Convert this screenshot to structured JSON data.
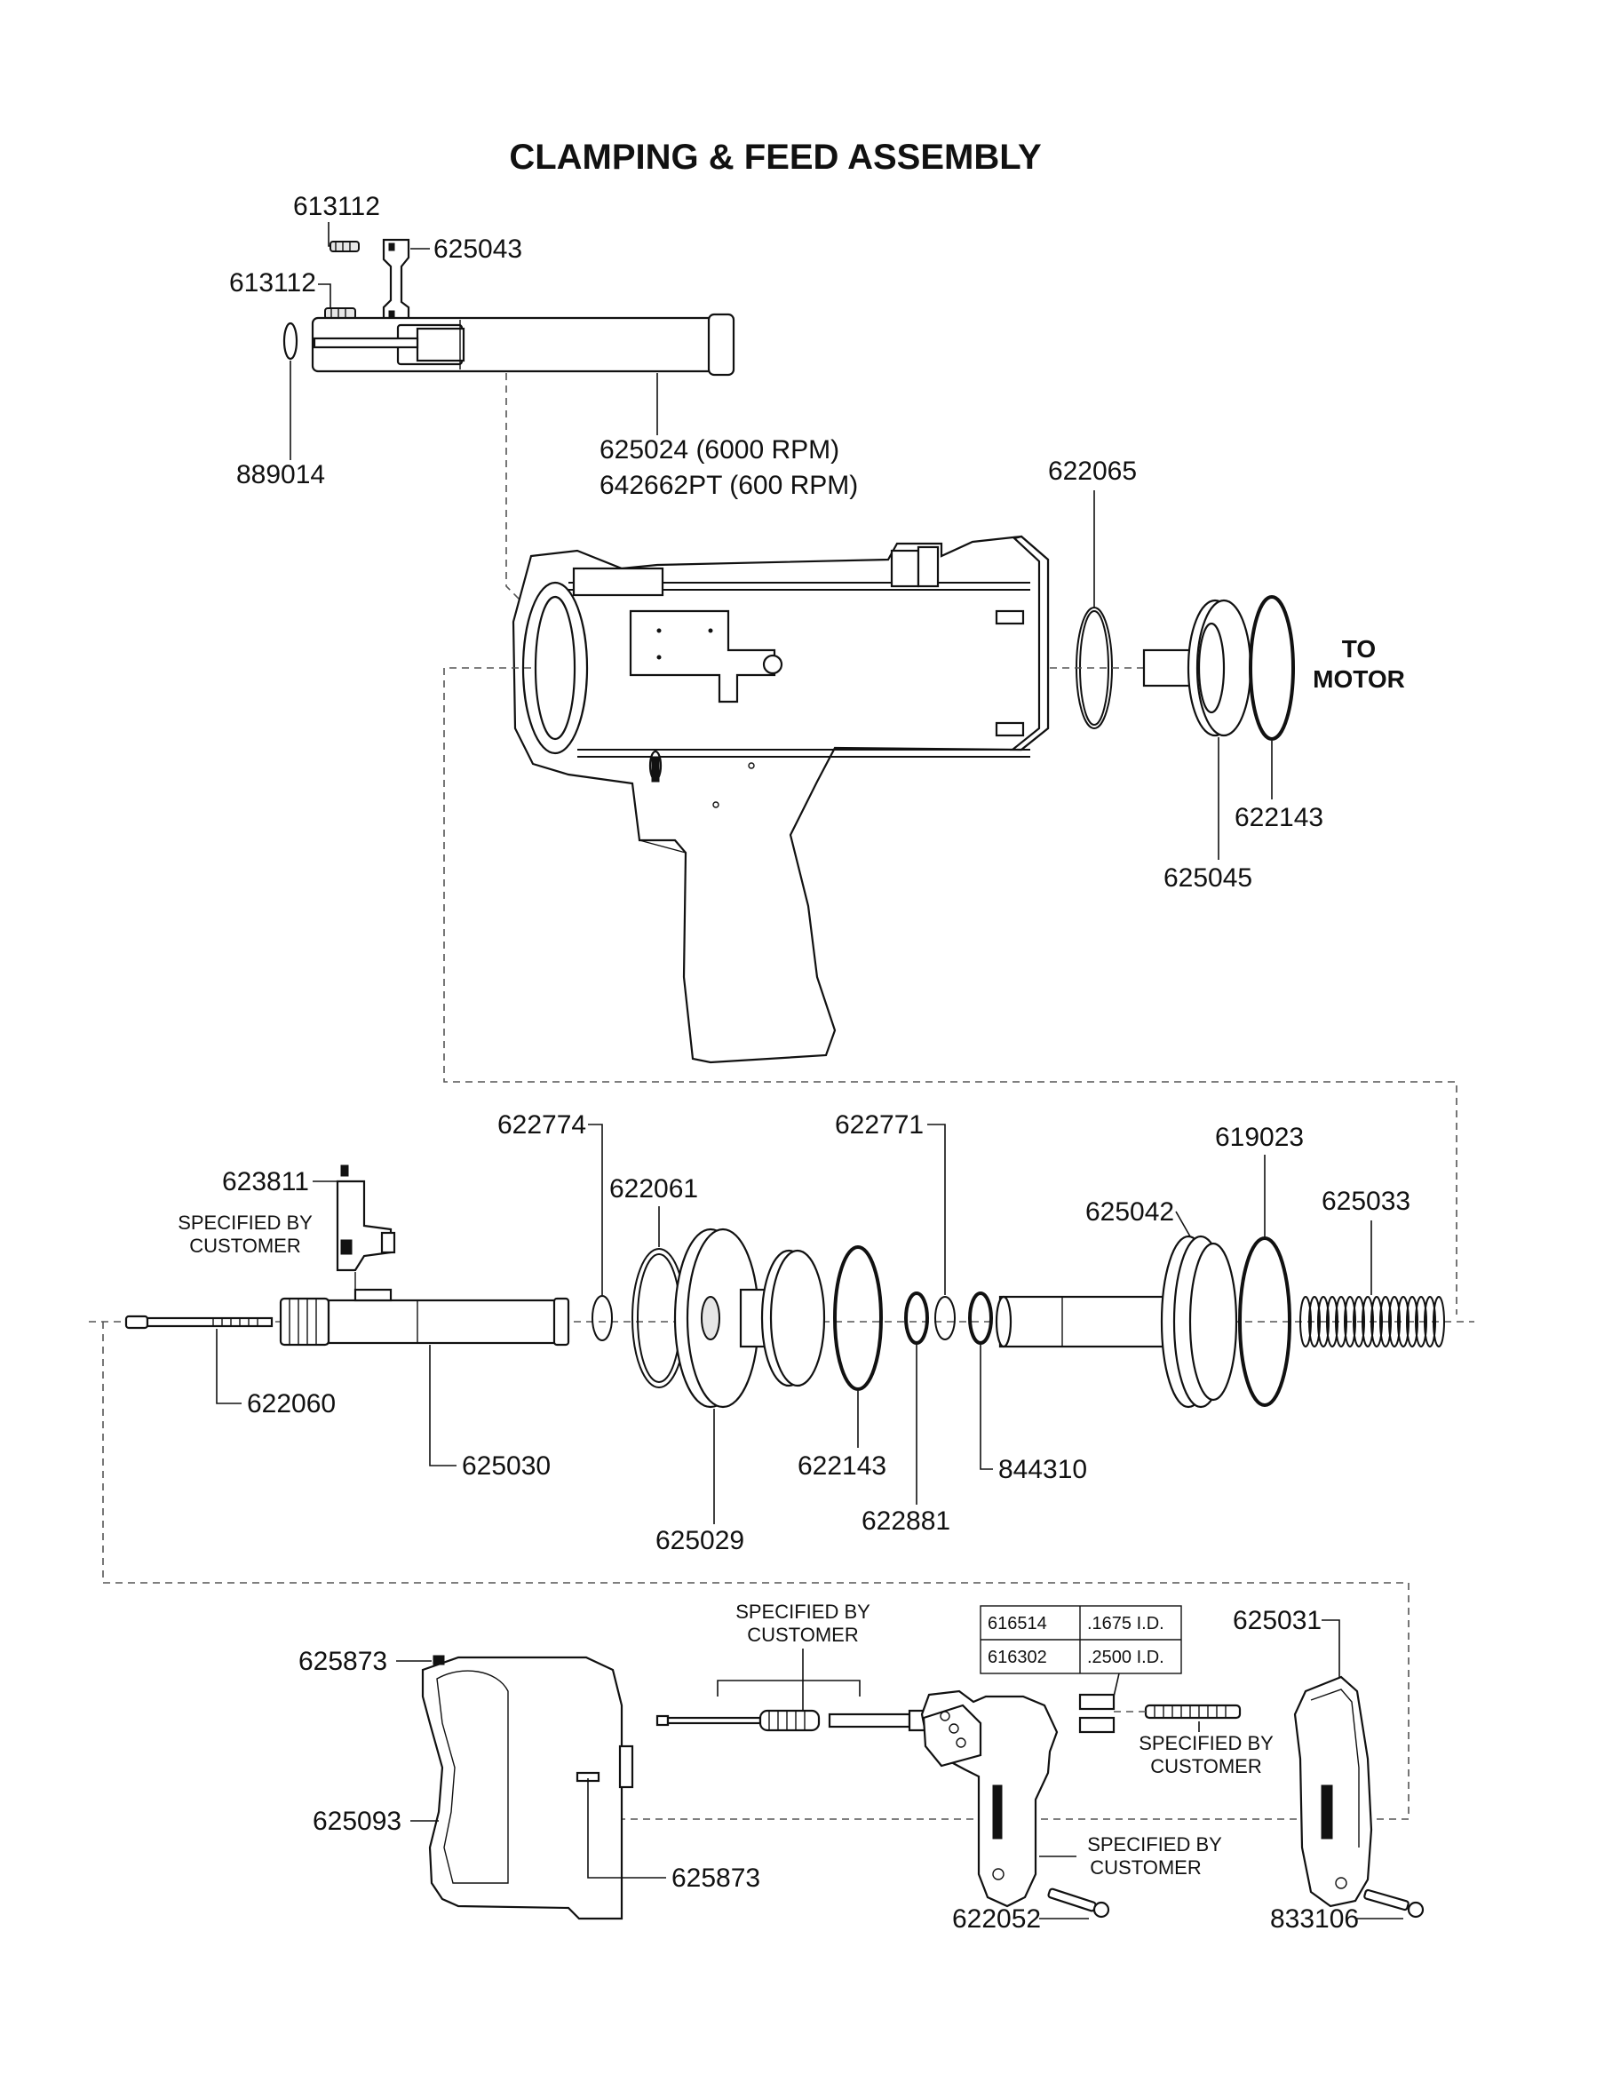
{
  "title": "CLAMPING & FEED ASSEMBLY",
  "labels": {
    "p613112_top": "613112",
    "p625043": "625043",
    "p613112_mid": "613112",
    "p889014": "889014",
    "p625024": "625024 (6000 RPM)",
    "p642662": "642662PT (600 RPM)",
    "p622065": "622065",
    "to_motor_1": "TO",
    "to_motor_2": "MOTOR",
    "p622143_top": "622143",
    "p625045": "625045",
    "p622774": "622774",
    "p622771": "622771",
    "p619023": "619023",
    "p622061": "622061",
    "p625042": "625042",
    "p625033": "625033",
    "p623811": "623811",
    "spec_1a": "SPECIFIED BY",
    "spec_1b": "CUSTOMER",
    "p622060": "622060",
    "p625030": "625030",
    "p622143_mid": "622143",
    "p844310": "844310",
    "p622881": "622881",
    "p625029": "625029",
    "spec_2a": "SPECIFIED BY",
    "spec_2b": "CUSTOMER",
    "p625031": "625031",
    "p625873_top": "625873",
    "spec_3a": "SPECIFIED BY",
    "spec_3b": "CUSTOMER",
    "p625093": "625093",
    "p625873_bot": "625873",
    "spec_4a": "SPECIFIED BY",
    "spec_4b": "CUSTOMER",
    "p622052": "622052",
    "p833106": "833106"
  },
  "bushing_table": [
    {
      "part": "616514",
      "size": ".1675 I.D."
    },
    {
      "part": "616302",
      "size": ".2500 I.D."
    }
  ]
}
